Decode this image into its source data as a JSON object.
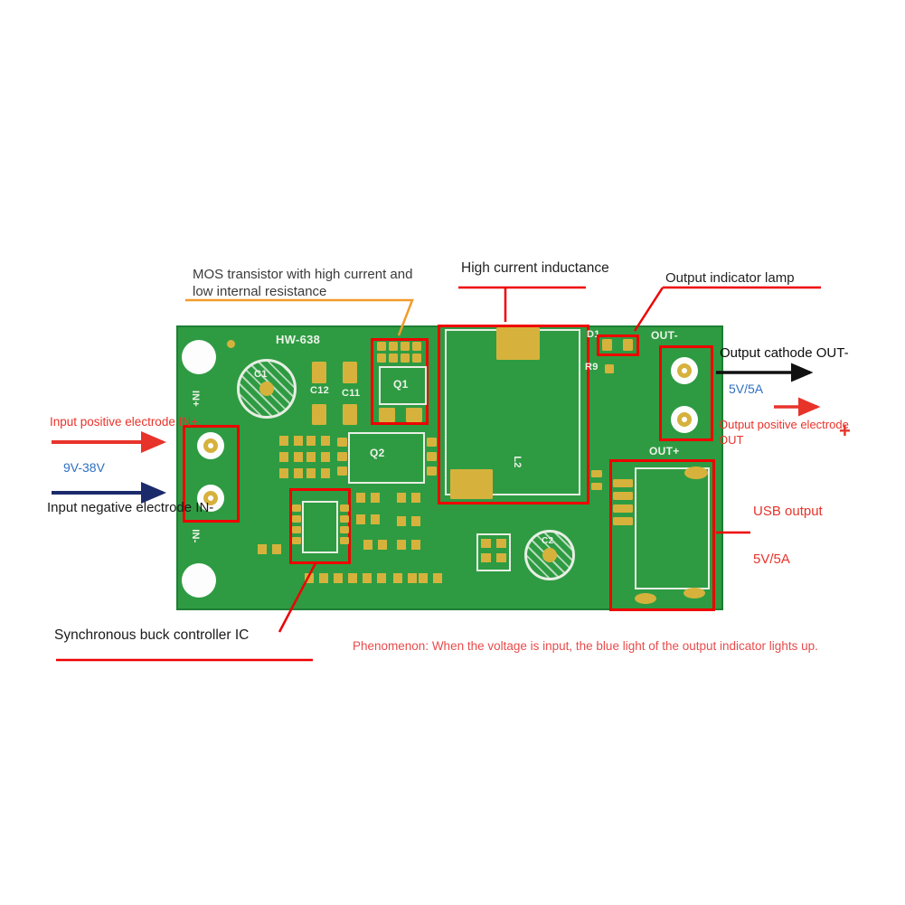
{
  "annotations": {
    "mos_line1": "MOS transistor with high current and",
    "mos_line2": "low internal resistance",
    "inductance": "High current inductance",
    "indicator_lamp": "Output indicator lamp",
    "output_cathode": "Output cathode OUT-",
    "output_rating": "5V/5A",
    "output_positive_line1": "Output positive electrode",
    "output_positive_line2": "OUT",
    "output_positive_plus": "+",
    "usb_output": "USB output",
    "usb_rating": "5V/5A",
    "input_positive": "Input positive electrode IN+",
    "input_voltage": "9V-38V",
    "input_negative": "Input negative electrode IN-",
    "controller": "Synchronous buck controller IC",
    "phenomenon": "Phenomenon: When the voltage is input, the blue light of the output indicator lights up."
  },
  "board": {
    "model": "HW-638",
    "silkscreen": {
      "c1": "C1",
      "c12": "C12",
      "c11": "C11",
      "q1": "Q1",
      "q2": "Q2",
      "d1": "D1",
      "r9": "R9",
      "l2": "L2",
      "c2": "C2",
      "out_minus": "OUT-",
      "out_plus": "OUT+",
      "in_plus": "IN+",
      "in_minus": "IN-"
    }
  },
  "colors": {
    "board_green": "#2e9b42",
    "pad_gold": "#d6b23c",
    "highlight_red": "#ee0000",
    "annotation_red": "#e8332a",
    "annotation_blue": "#2e6fc2",
    "arrow_navy": "#1b2a6b",
    "arrow_black": "#111111",
    "line_orange": "#f29b2c",
    "phenomenon_red": "#e94b4b"
  }
}
